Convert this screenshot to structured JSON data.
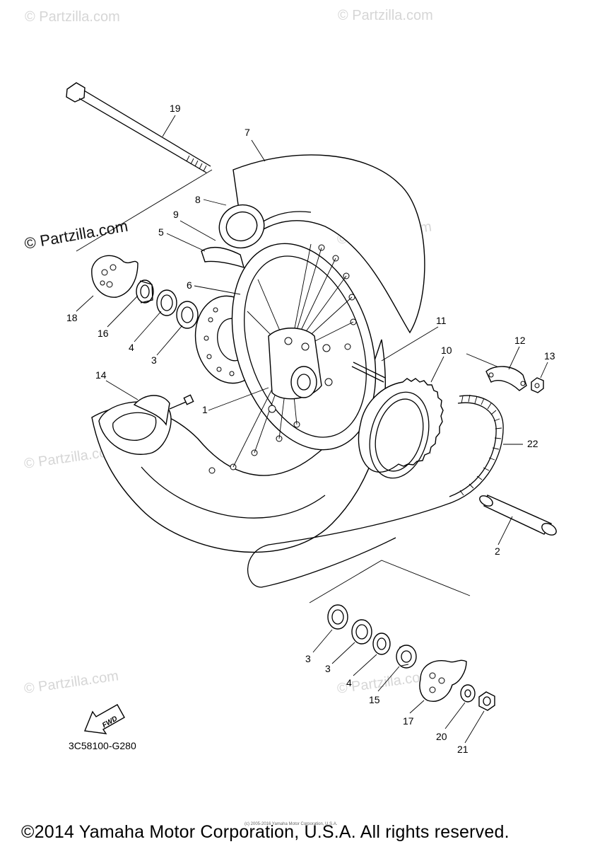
{
  "watermark": {
    "text": "© Partzilla.com",
    "main_text": "© Partzilla.com"
  },
  "callouts": {
    "c1": "1",
    "c2": "2",
    "c3a": "3",
    "c3b": "3",
    "c3c": "3",
    "c4a": "4",
    "c4b": "4",
    "c5": "5",
    "c6": "6",
    "c7": "7",
    "c8": "8",
    "c9": "9",
    "c10": "10",
    "c11": "11",
    "c12": "12",
    "c13": "13",
    "c14": "14",
    "c15": "15",
    "c16": "16",
    "c17": "17",
    "c18": "18",
    "c19": "19",
    "c20": "20",
    "c21": "21",
    "c22": "22"
  },
  "fwd_label": "FWD",
  "diagram_code": "3C58100-G280",
  "copyright": "©2014 Yamaha Motor Corporation, U.S.A. All rights reserved.",
  "tiny_credit": "(c) 2005-2016 Yamaha Motor Corporation, U.S.A."
}
